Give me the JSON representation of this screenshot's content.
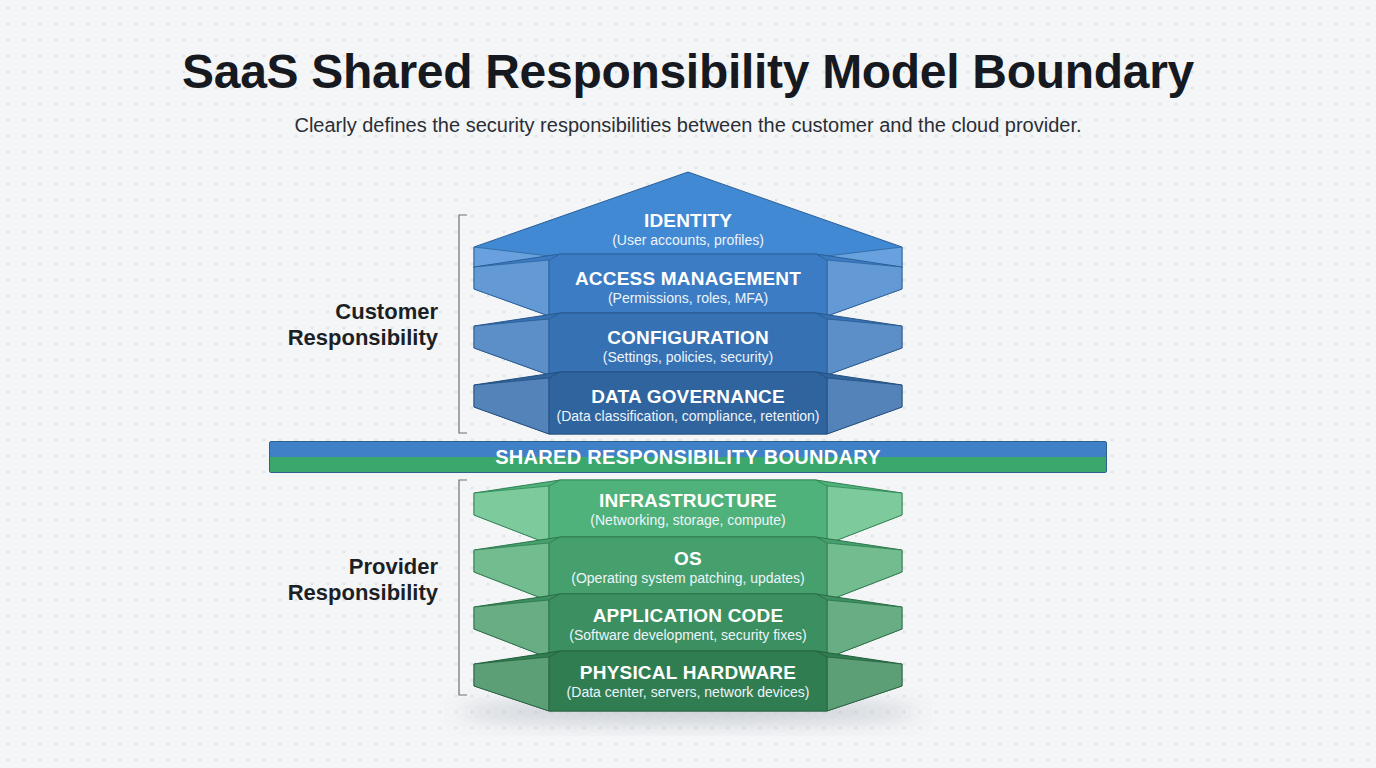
{
  "diagram": {
    "title": "SaaS Shared Responsibility Model Boundary",
    "caption": "Clearly defines the security responsibilities between the customer and the cloud provider.",
    "nodes": [
      {
        "text": [
          "IDENTITY",
          "(User accounts, profiles)"
        ]
      },
      {
        "text": [
          "ACCESS MANAGEMENT",
          "(Permissions, roles, MFA)"
        ]
      },
      {
        "text": [
          "CONFIGURATION",
          "(Settings, policies, security)"
        ]
      },
      {
        "text": [
          "DATA GOVERNANCE",
          "(Data classification, compliance, retention)"
        ]
      },
      {
        "text": [
          "SHARED RESPONSIBILITY BOUNDARY"
        ]
      },
      {
        "text": [
          "INFRASTRUCTURE",
          "(Networking, storage, compute)"
        ]
      },
      {
        "text": [
          "OS",
          "(Operating system patching, updates)"
        ]
      },
      {
        "text": [
          "APPLICATION CODE",
          "(Software development, security fixes)"
        ]
      },
      {
        "text": [
          "PHYSICAL HARDWARE",
          "(Data center, servers, network devices)"
        ]
      }
    ],
    "labels": [
      "Customer Responsibility",
      "Provider Responsibility"
    ]
  }
}
